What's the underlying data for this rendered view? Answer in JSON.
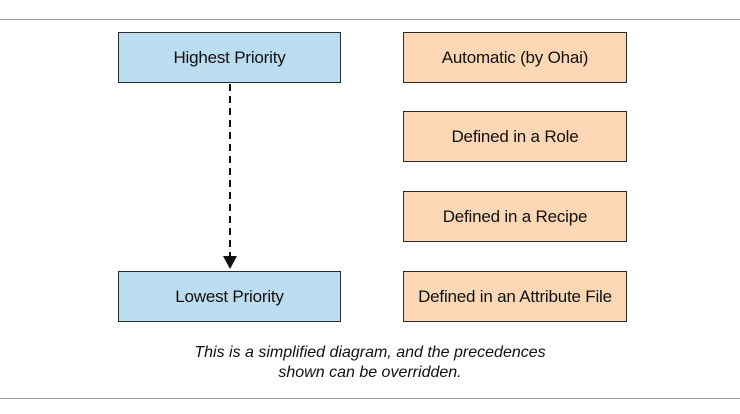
{
  "colors": {
    "priority_fill": "#bcdcef",
    "attribute_fill": "#fcd7b5",
    "border": "#2b2b2b",
    "rule": "#9a9a9a"
  },
  "priority": {
    "highest_label": "Highest Priority",
    "lowest_label": "Lowest Priority"
  },
  "attribute_sources": [
    {
      "label": "Automatic (by Ohai)"
    },
    {
      "label": "Defined in a Role"
    },
    {
      "label": "Defined in a Recipe"
    },
    {
      "label": "Defined in an Attribute File"
    }
  ],
  "caption": {
    "line1": "This is a simplified diagram, and the precedences",
    "line2": "shown can be overridden."
  }
}
